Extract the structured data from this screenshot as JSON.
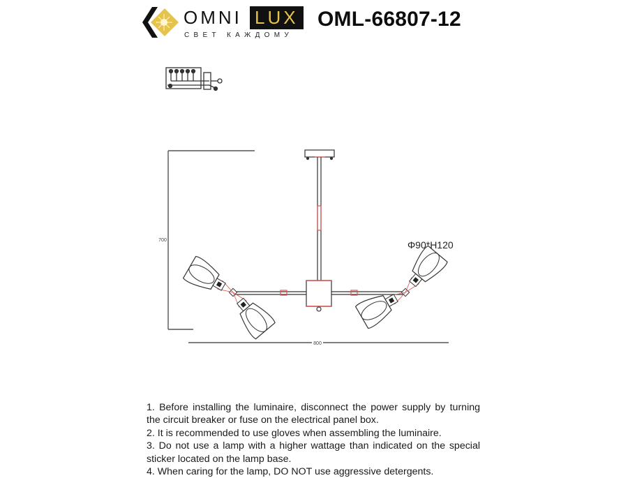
{
  "header": {
    "brand_left": "OMNI",
    "brand_right": "LUX",
    "tagline": "СВЕТ КАЖДОМУ",
    "model": "OML-66807-12",
    "colors": {
      "brand_gold": "#e6c34a",
      "brand_black": "#111111"
    }
  },
  "drawing": {
    "height_label": "700",
    "width_label": "800",
    "shade_size_label": "Φ90*H120",
    "line_color": "#333333",
    "accent_color": "#d9534f"
  },
  "notes": {
    "items": [
      "1. Before installing the luminaire, disconnect the power supply by turning the circuit breaker or fuse on the electrical panel box.",
      "2. It is recommended to use gloves when assembling the luminaire.",
      "3. Do not use a lamp with a higher wattage than indicated on the special sticker located on the lamp base.",
      "4. When caring for the lamp, DO NOT use aggressive detergents."
    ]
  }
}
